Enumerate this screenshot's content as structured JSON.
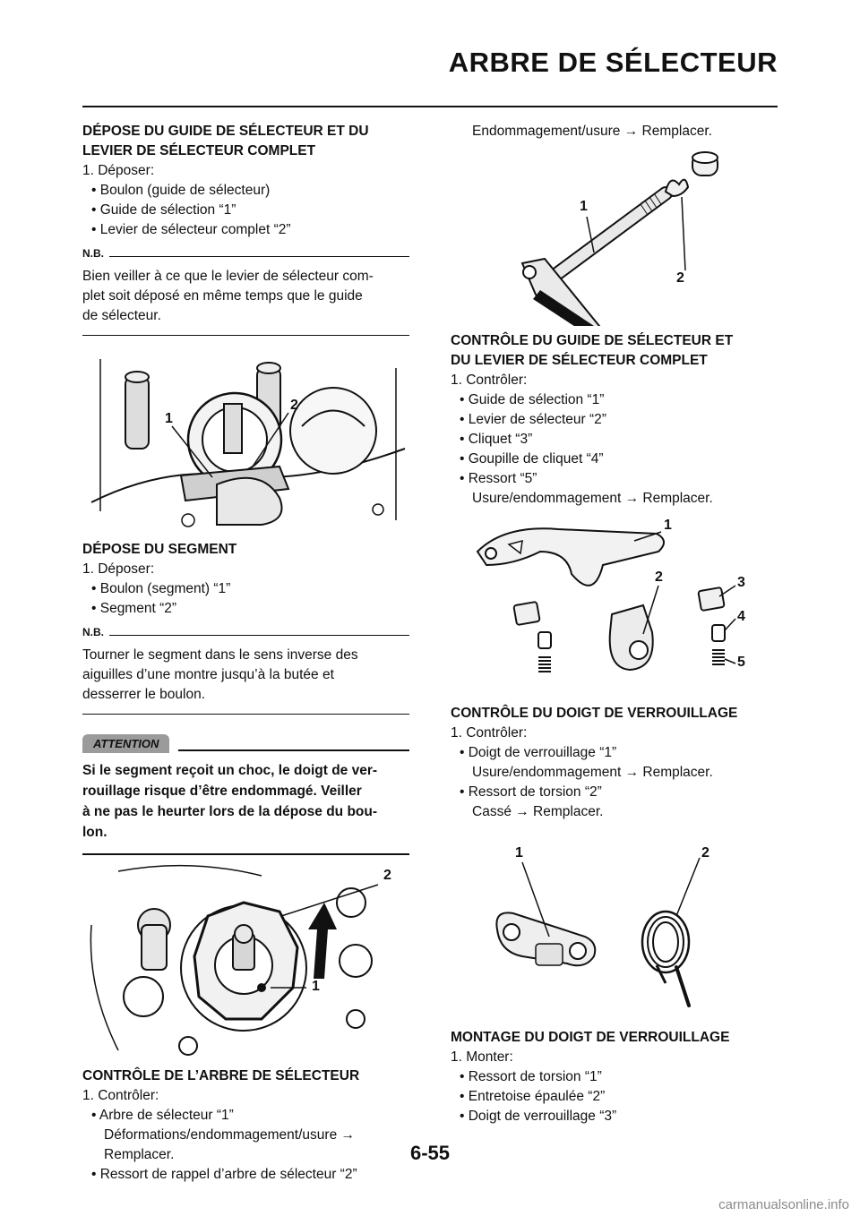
{
  "header": {
    "title": "ARBRE DE SÉLECTEUR"
  },
  "left": {
    "s1": {
      "heading_l1": "DÉPOSE DU GUIDE DE SÉLECTEUR ET DU",
      "heading_l2": "LEVIER DE SÉLECTEUR COMPLET",
      "step": "1. Déposer:",
      "b1": "• Boulon (guide de sélecteur)",
      "b2": "• Guide de sélection “1”",
      "b3": "• Levier de sélecteur complet “2”",
      "nb_label": "N.B.",
      "note_l1": "Bien veiller à ce que le levier de sélecteur com-",
      "note_l2": "plet soit déposé en même temps que le guide",
      "note_l3": "de sélecteur."
    },
    "fig1": {
      "c1": "1",
      "c2": "2"
    },
    "s2": {
      "heading": "DÉPOSE DU SEGMENT",
      "step": "1. Déposer:",
      "b1": "• Boulon (segment) “1”",
      "b2": "• Segment “2”",
      "nb_label": "N.B.",
      "note_l1": "Tourner le segment dans le sens inverse des",
      "note_l2": "aiguilles d’une montre jusqu’à la butée et",
      "note_l3": "desserrer le boulon.",
      "attention_label": "ATTENTION",
      "att_l1": "Si le segment reçoit un choc, le doigt de ver-",
      "att_l2": "rouillage risque d’être endommagé. Veiller",
      "att_l3": "à ne pas le heurter lors de la dépose du bou-",
      "att_l4": "lon."
    },
    "fig2": {
      "c1": "1",
      "c2": "2"
    },
    "s3": {
      "heading": "CONTRÔLE DE L’ARBRE DE SÉLECTEUR",
      "step": "1. Contrôler:",
      "b1": "• Arbre de sélecteur “1”",
      "b1_l2": "Déformations/endommagement/usure →",
      "b1_l3": "Remplacer.",
      "b2": "• Ressort de rappel d’arbre de sélecteur “2”"
    }
  },
  "right": {
    "cont": "Endommagement/usure → Remplacer.",
    "fig3": {
      "c1": "1",
      "c2": "2"
    },
    "s4": {
      "heading_l1": "CONTRÔLE DU GUIDE DE SÉLECTEUR ET",
      "heading_l2": "DU LEVIER DE SÉLECTEUR COMPLET",
      "step": "1. Contrôler:",
      "b1": "• Guide de sélection “1”",
      "b2": "• Levier de sélecteur “2”",
      "b3": "• Cliquet “3”",
      "b4": "• Goupille de cliquet “4”",
      "b5": "• Ressort “5”",
      "b5_l2": "Usure/endommagement → Remplacer."
    },
    "fig4": {
      "c1": "1",
      "c2": "2",
      "c3": "3",
      "c4": "4",
      "c5": "5"
    },
    "s5": {
      "heading": "CONTRÔLE DU DOIGT DE VERROUILLAGE",
      "step": "1. Contrôler:",
      "b1": "• Doigt de verrouillage “1”",
      "b1_l2": "Usure/endommagement → Remplacer.",
      "b2": "• Ressort de torsion “2”",
      "b2_l2": "Cassé → Remplacer."
    },
    "fig5": {
      "c1": "1",
      "c2": "2"
    },
    "s6": {
      "heading": "MONTAGE DU DOIGT DE VERROUILLAGE",
      "step": "1. Monter:",
      "b1": "• Ressort de torsion “1”",
      "b2": "• Entretoise épaulée “2”",
      "b3": "• Doigt de verrouillage “3”"
    }
  },
  "footer": {
    "page": "6-55",
    "watermark": "carmanualsonline.info"
  }
}
